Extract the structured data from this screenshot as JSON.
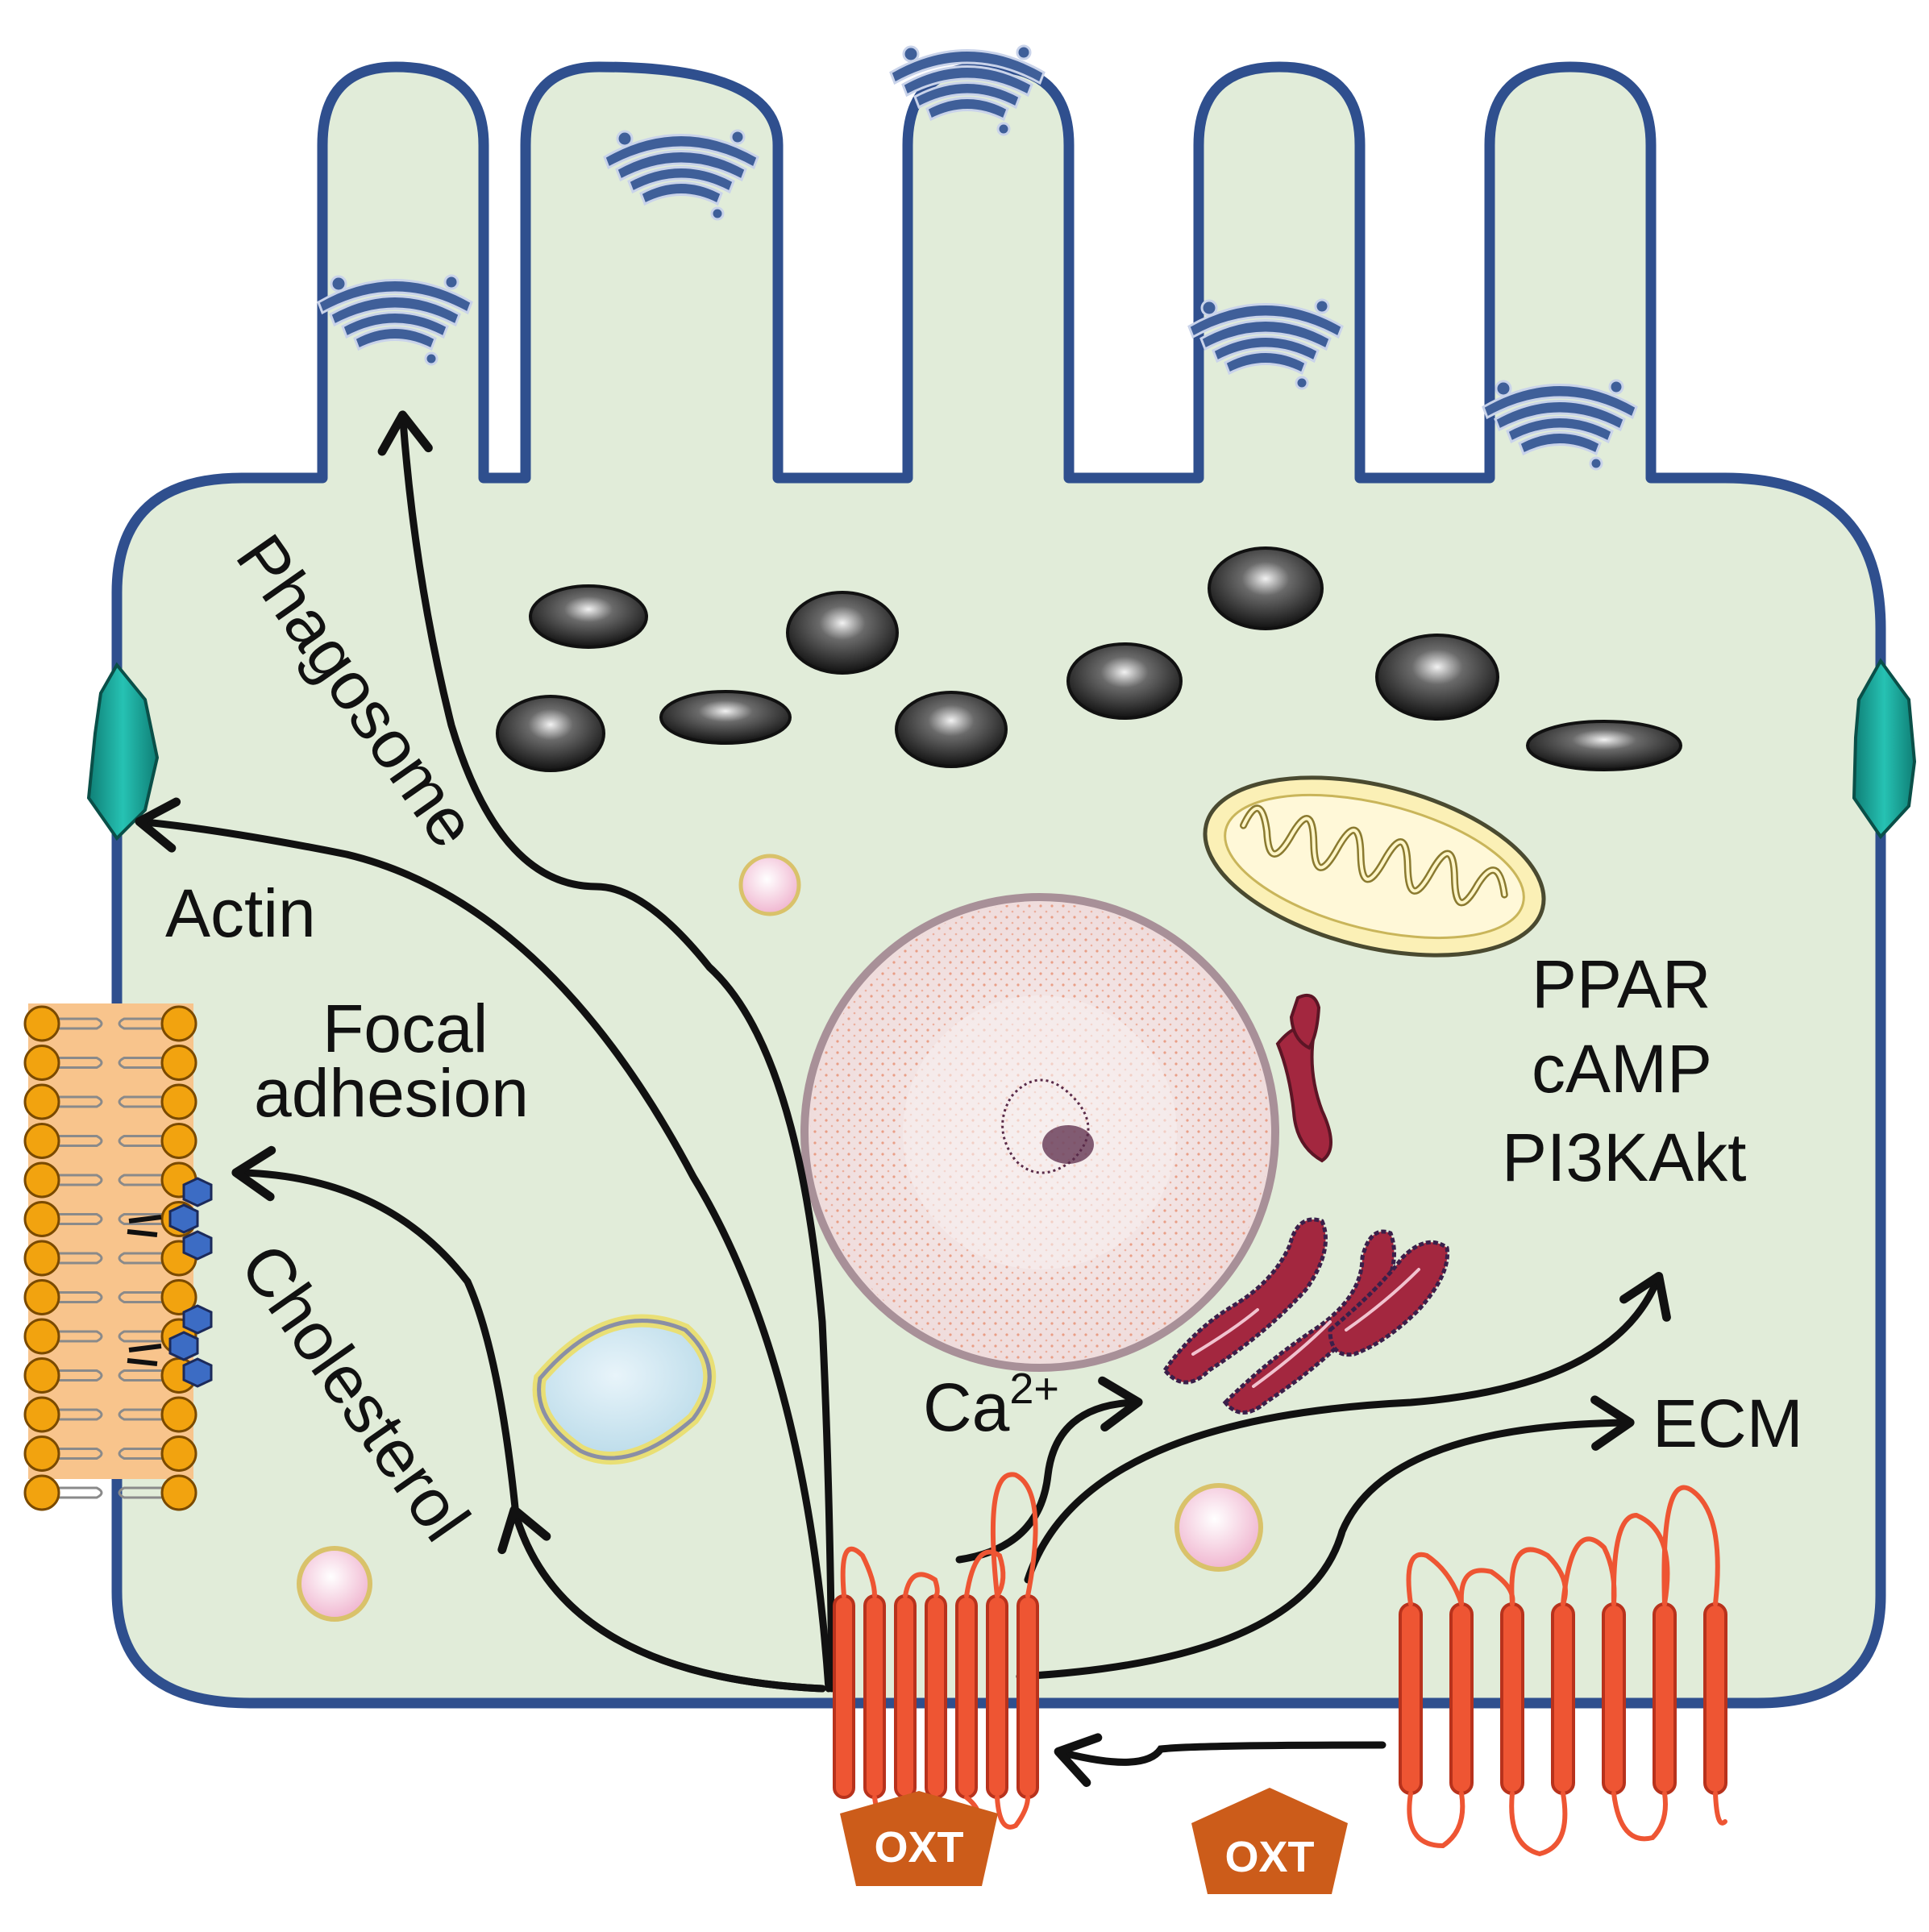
{
  "labels": {
    "phagosome": "Phagosome",
    "actin": "Actin",
    "focal_adhesion_line1": "Focal",
    "focal_adhesion_line2": "adhesion",
    "cholesterol": "Cholesterol",
    "calcium_base": "Ca",
    "calcium_charge": "2+",
    "ppar": "PPAR",
    "camp": "cAMP",
    "pi3kakt": "PI3KAkt",
    "ecm": "ECM",
    "oxt_bound": "OXT",
    "oxt_free": "OXT"
  },
  "colors": {
    "cytoplasm": "#e1ecd9",
    "cell_membrane": "#2f4f8e",
    "receptor": "#ee5533",
    "receptor_dark": "#b8321c",
    "oxt": "#cc5c1a",
    "arrow": "#111111",
    "golgi": "#3f5f99",
    "junction": "#17a79b",
    "mitochondrion_outer": "#fbf0b6",
    "er": "#a3273f",
    "nucleus": "#f4eaea",
    "bilayer_head": "#f2a30f",
    "bilayer_body": "#f8c48c"
  },
  "icons": {
    "golgi": "golgi-apparatus-icon",
    "granule": "dark-granule-icon",
    "mitochondrion": "mitochondrion-icon",
    "nucleus": "nucleus-icon",
    "er": "endoplasmic-reticulum-icon",
    "vesicle": "vesicle-icon",
    "receptor": "gpcr-receptor-icon",
    "membrane": "lipid-bilayer-icon",
    "junction": "cell-junction-icon"
  }
}
